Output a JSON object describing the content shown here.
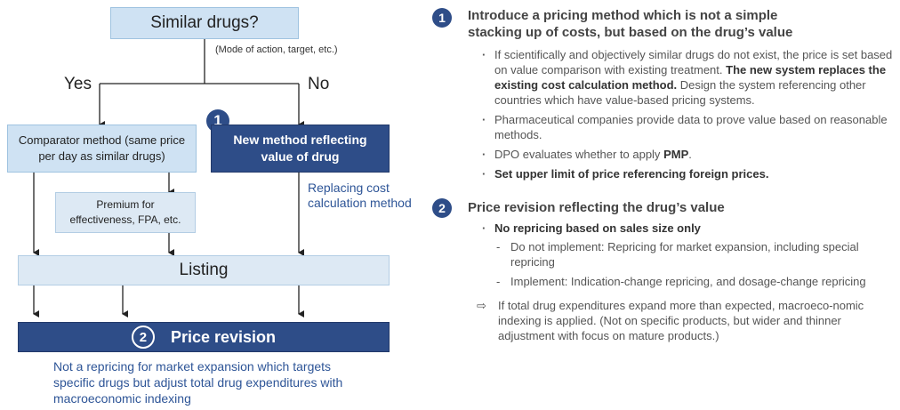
{
  "flow": {
    "similar_drugs": "Similar drugs?",
    "mode_note": "(Mode of action, target, etc.)",
    "yes": "Yes",
    "no": "No",
    "comparator": "Comparator method (same price per day as similar drugs)",
    "badge1": "1",
    "new_method": "New method reflecting value of drug",
    "premium": "Premium for effectiveness, FPA, etc.",
    "replacing": "Replacing cost calculation method",
    "listing": "Listing",
    "badge2": "2",
    "price_revision": "Price revision",
    "bottom_note": "Not a repricing for market expansion which targets specific drugs but adjust total drug expenditures with macroeconomic indexing"
  },
  "right": {
    "badge1": "1",
    "heading1_line1": "Introduce a pricing method which is not a simple",
    "heading1_line2": "stacking up of costs, but based on the drug’s value",
    "b1_a": "If scientifically and objectively similar drugs do not exist, the price is set based on value comparison with existing treatment.",
    "b1_bold": "The new system replaces the existing cost calculation method.",
    "b1_b": "Design the system referencing other countries which have value-based pricing systems.",
    "b2": "Pharmaceutical companies provide data to prove value based on reasonable methods.",
    "b3_a": "DPO evaluates whether to apply",
    "b3_bold": "PMP",
    "b3_end": ".",
    "b4": "Set upper limit of price referencing foreign prices.",
    "badge2": "2",
    "heading2": "Price revision reflecting the drug’s value",
    "b5": "No repricing based on sales size only",
    "d1": "Do not implement: Repricing for market expansion, including special repricing",
    "d2": "Implement: Indication-change repricing, and dosage-change repricing",
    "arrow_note": "If total drug expenditures expand more than expected, macroeco-nomic indexing is applied. (Not on specific products, but wider and thinner adjustment with focus on mature products.)"
  }
}
